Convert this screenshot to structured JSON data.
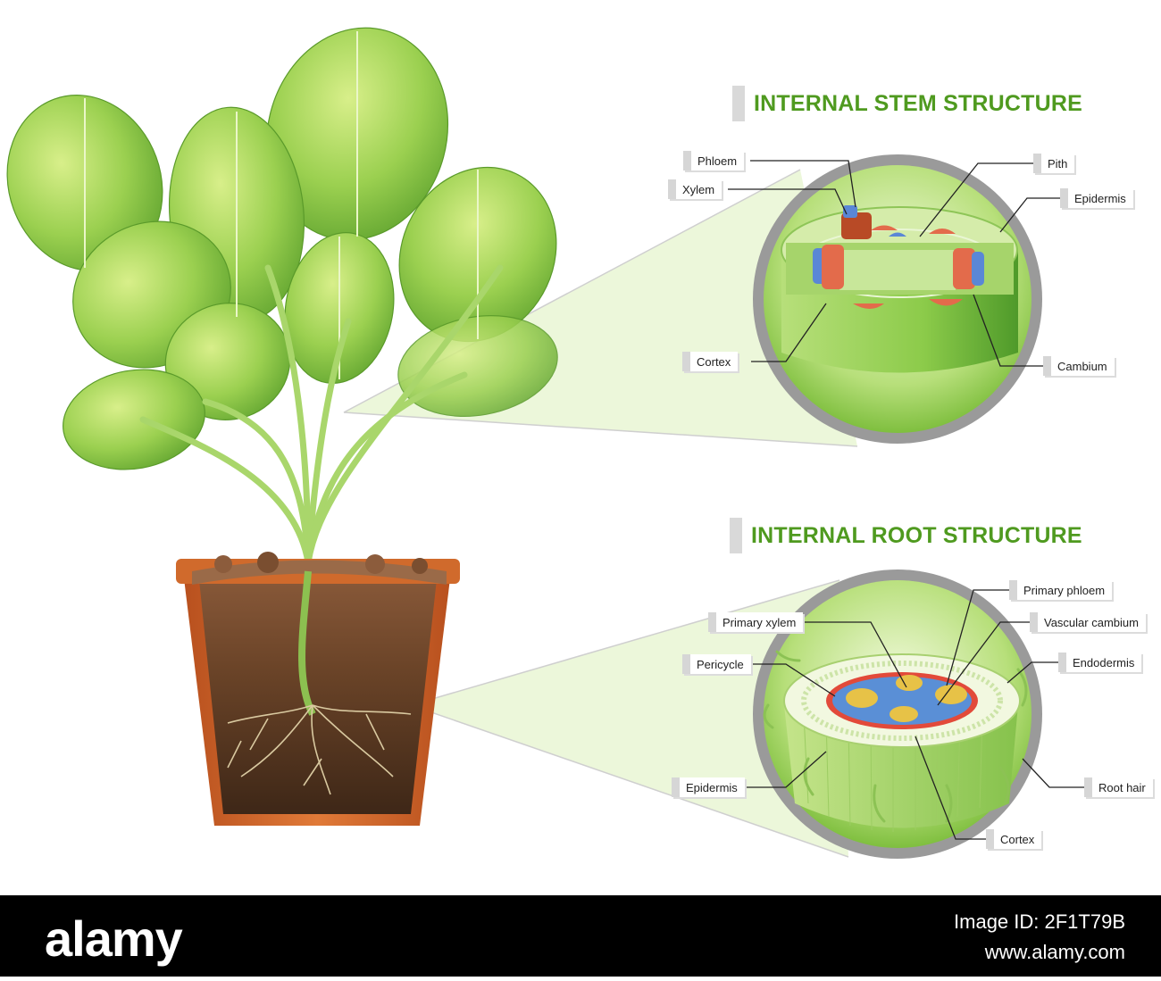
{
  "stem": {
    "title": "INTERNAL STEM STRUCTURE",
    "labels": {
      "phloem": "Phloem",
      "xylem": "Xylem",
      "pith": "Pith",
      "epidermis": "Epidermis",
      "cortex": "Cortex",
      "cambium": "Cambium"
    }
  },
  "root": {
    "title": "INTERNAL ROOT STRUCTURE",
    "labels": {
      "primary_phloem": "Primary phloem",
      "primary_xylem": "Primary xylem",
      "vascular_cambium": "Vascular cambium",
      "pericycle": "Pericycle",
      "endodermis": "Endodermis",
      "epidermis": "Epidermis",
      "root_hair": "Root hair",
      "cortex": "Cortex"
    }
  },
  "footer": {
    "brand": "alamy",
    "image_id": "Image ID: 2F1T79B",
    "site": "www.alamy.com"
  },
  "colors": {
    "title_green": "#4f9a1f",
    "leaf_green": "#7cc043",
    "pot_orange": "#d4682a",
    "soil_brown": "#5a3a22"
  }
}
